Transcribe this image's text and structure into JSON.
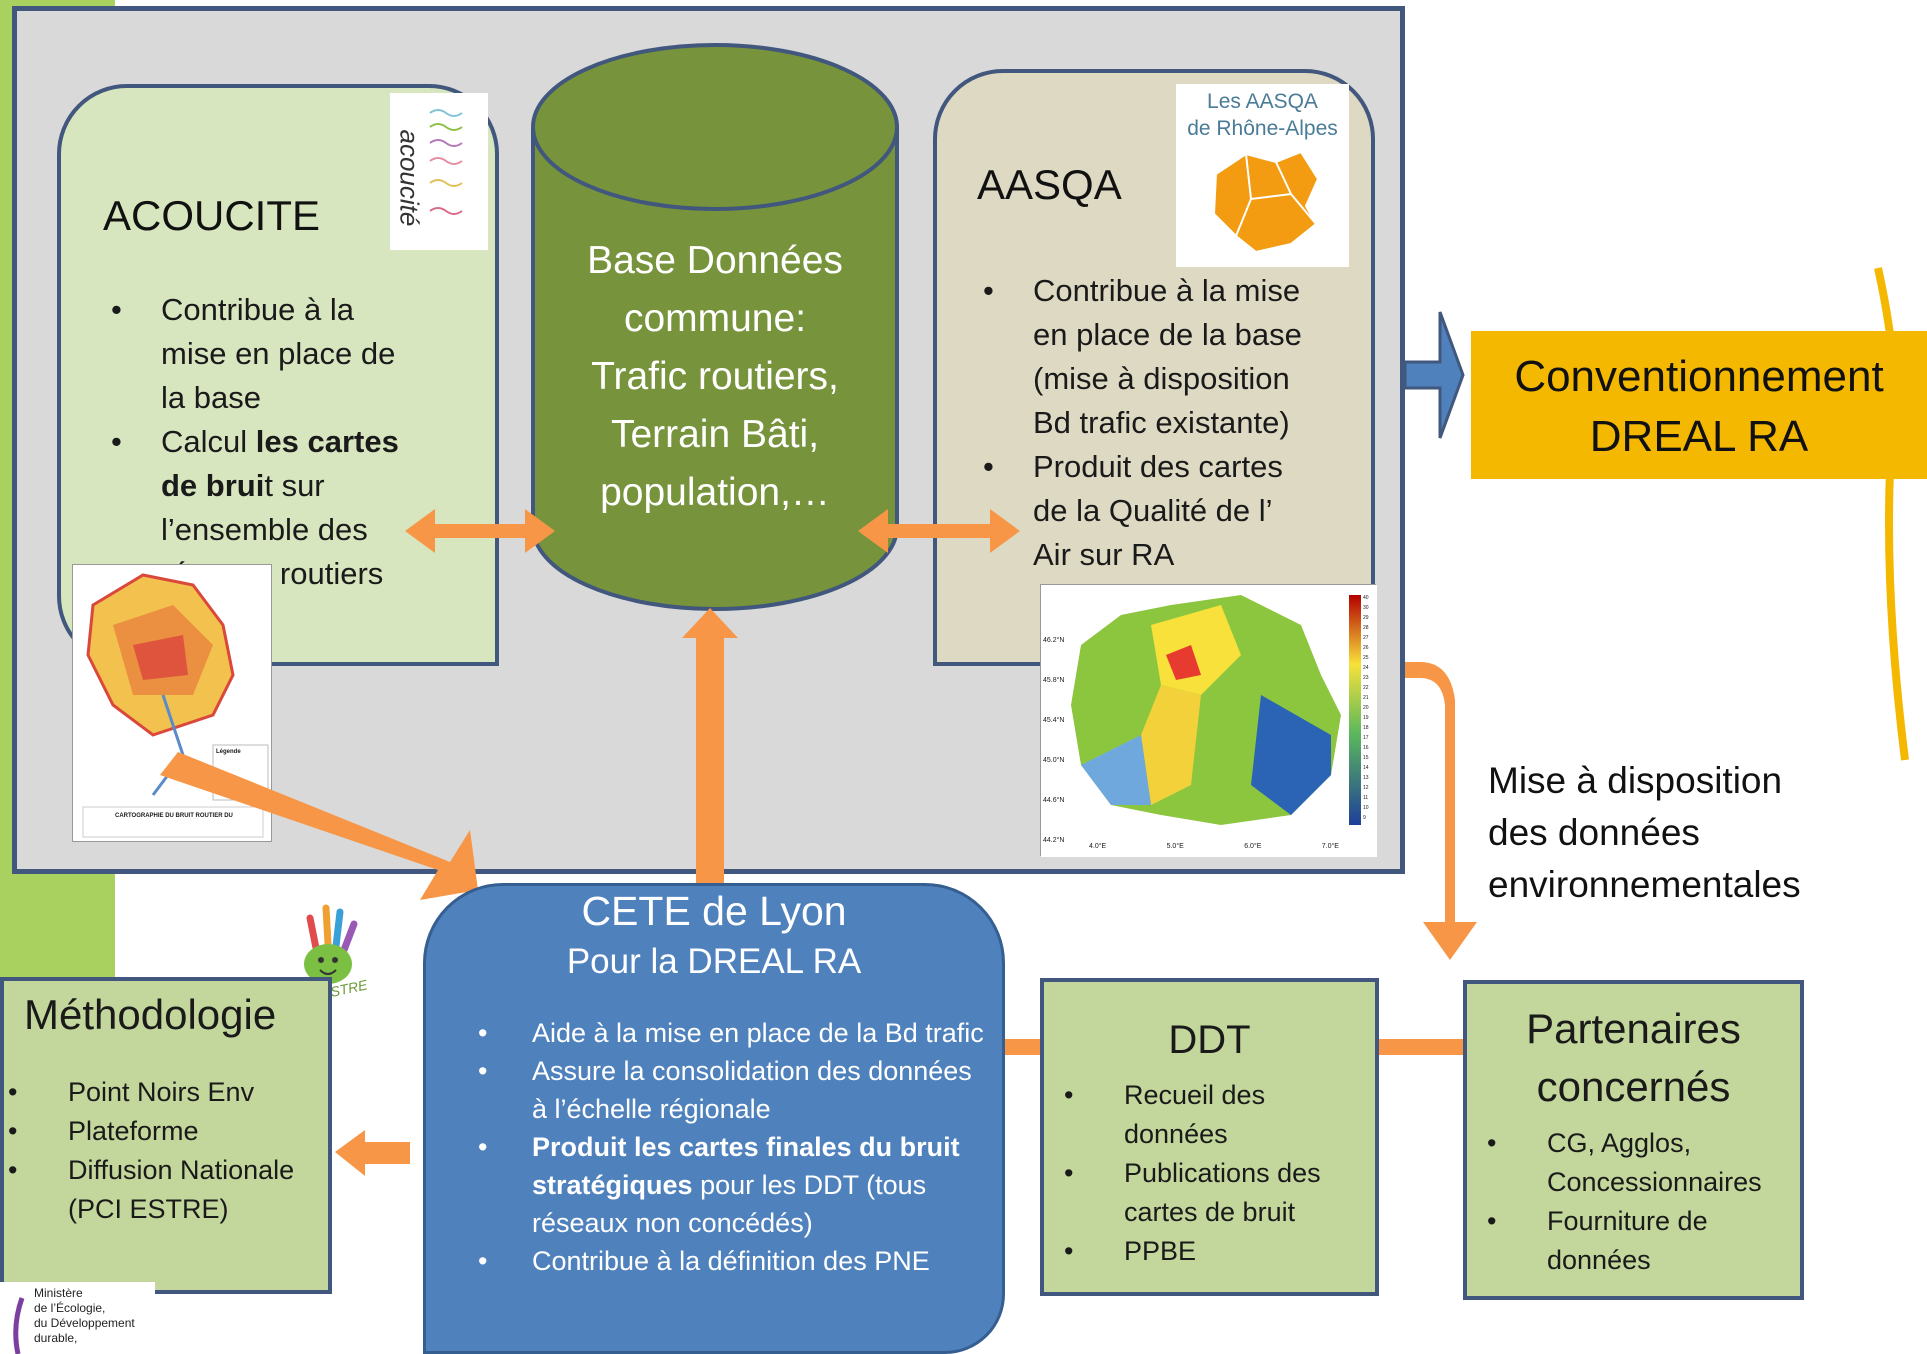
{
  "acoucite": {
    "title": "ACOUCITE",
    "logo_text": "acoucité",
    "bullets": [
      {
        "text": "Contribue à la mise en place de la base"
      },
      {
        "pre": "Calcul ",
        "bold": "les cartes de brui",
        "post": "t sur l’ensemble des réseaux routiers"
      }
    ]
  },
  "database": {
    "lines": [
      "Base Données",
      "commune:",
      "Trafic routiers,",
      "Terrain Bâti,",
      "population,…"
    ]
  },
  "aasqa": {
    "title": "AASQA",
    "logo_text": [
      "Les AASQA",
      "de Rhône-Alpes"
    ],
    "bullets": [
      "Contribue à la mise en place de la base (mise à disposition Bd trafic existante)",
      "Produit des cartes de la Qualité de l’ Air sur RA"
    ]
  },
  "conventionnement": {
    "line1": "Conventionnement",
    "line2": "DREAL RA"
  },
  "mise_a_disposition": {
    "lines": [
      "Mise à disposition",
      "des données",
      "environnementales"
    ]
  },
  "cete": {
    "title": "CETE de Lyon",
    "subtitle": "Pour la DREAL RA",
    "bullets": [
      {
        "text": "Aide à la mise en place de la Bd trafic"
      },
      {
        "text": "Assure la consolidation des données à l’échelle régionale"
      },
      {
        "bold": "Produit les cartes finales du bruit stratégiques",
        "post": " pour les  DDT (tous réseaux non concédés)"
      },
      {
        "text": "Contribue à la définition des PNE"
      }
    ]
  },
  "methodologie": {
    "title": "Méthodologie",
    "bullets": [
      "Point Noirs Env",
      "Plateforme",
      "Diffusion Nationale (PCI ESTRE)"
    ]
  },
  "pci_logo_text": "PCI ESTRE",
  "ddt": {
    "title": "DDT",
    "bullets": [
      "Recueil des données",
      "Publications des cartes de bruit",
      "PPBE"
    ]
  },
  "partenaires": {
    "title_line1": "Partenaires",
    "title_line2": "concernés",
    "bullets": [
      "CG, Agglos, Concessionnaires",
      "Fourniture de données"
    ]
  },
  "ministere": {
    "lines": [
      "Ministère",
      "de l’Écologie,",
      "du Développement",
      "durable,"
    ]
  },
  "noise_map": {
    "legend_title": "Légende",
    "caption": "CARTOGRAPHIE DU BRUIT ROUTIER DU"
  },
  "air_map": {
    "y_ticks": [
      "46.2°N",
      "45.8°N",
      "45.4°N",
      "45.0°N",
      "44.6°N",
      "44.2°N"
    ],
    "x_ticks": [
      "4.0°E",
      "5.0°E",
      "6.0°E",
      "7.0°E"
    ],
    "scale_ticks": [
      "40",
      "30",
      "29",
      "28",
      "27",
      "26",
      "25",
      "24",
      "23",
      "22",
      "21",
      "20",
      "19",
      "18",
      "17",
      "16",
      "15",
      "14",
      "13",
      "12",
      "11",
      "10",
      "9"
    ]
  },
  "colors": {
    "panel_gray": "#d9d9d9",
    "border_navy": "#41577d",
    "acoucite_green": "#d8e6bf",
    "database_olive": "#77933c",
    "aasqa_beige": "#ddd9c3",
    "conv_yellow": "#f5b800",
    "cete_blue": "#4f81bd",
    "box_green": "#c3d69b",
    "arrow_orange": "#f79646",
    "arrow_blue": "#4f81bd"
  }
}
